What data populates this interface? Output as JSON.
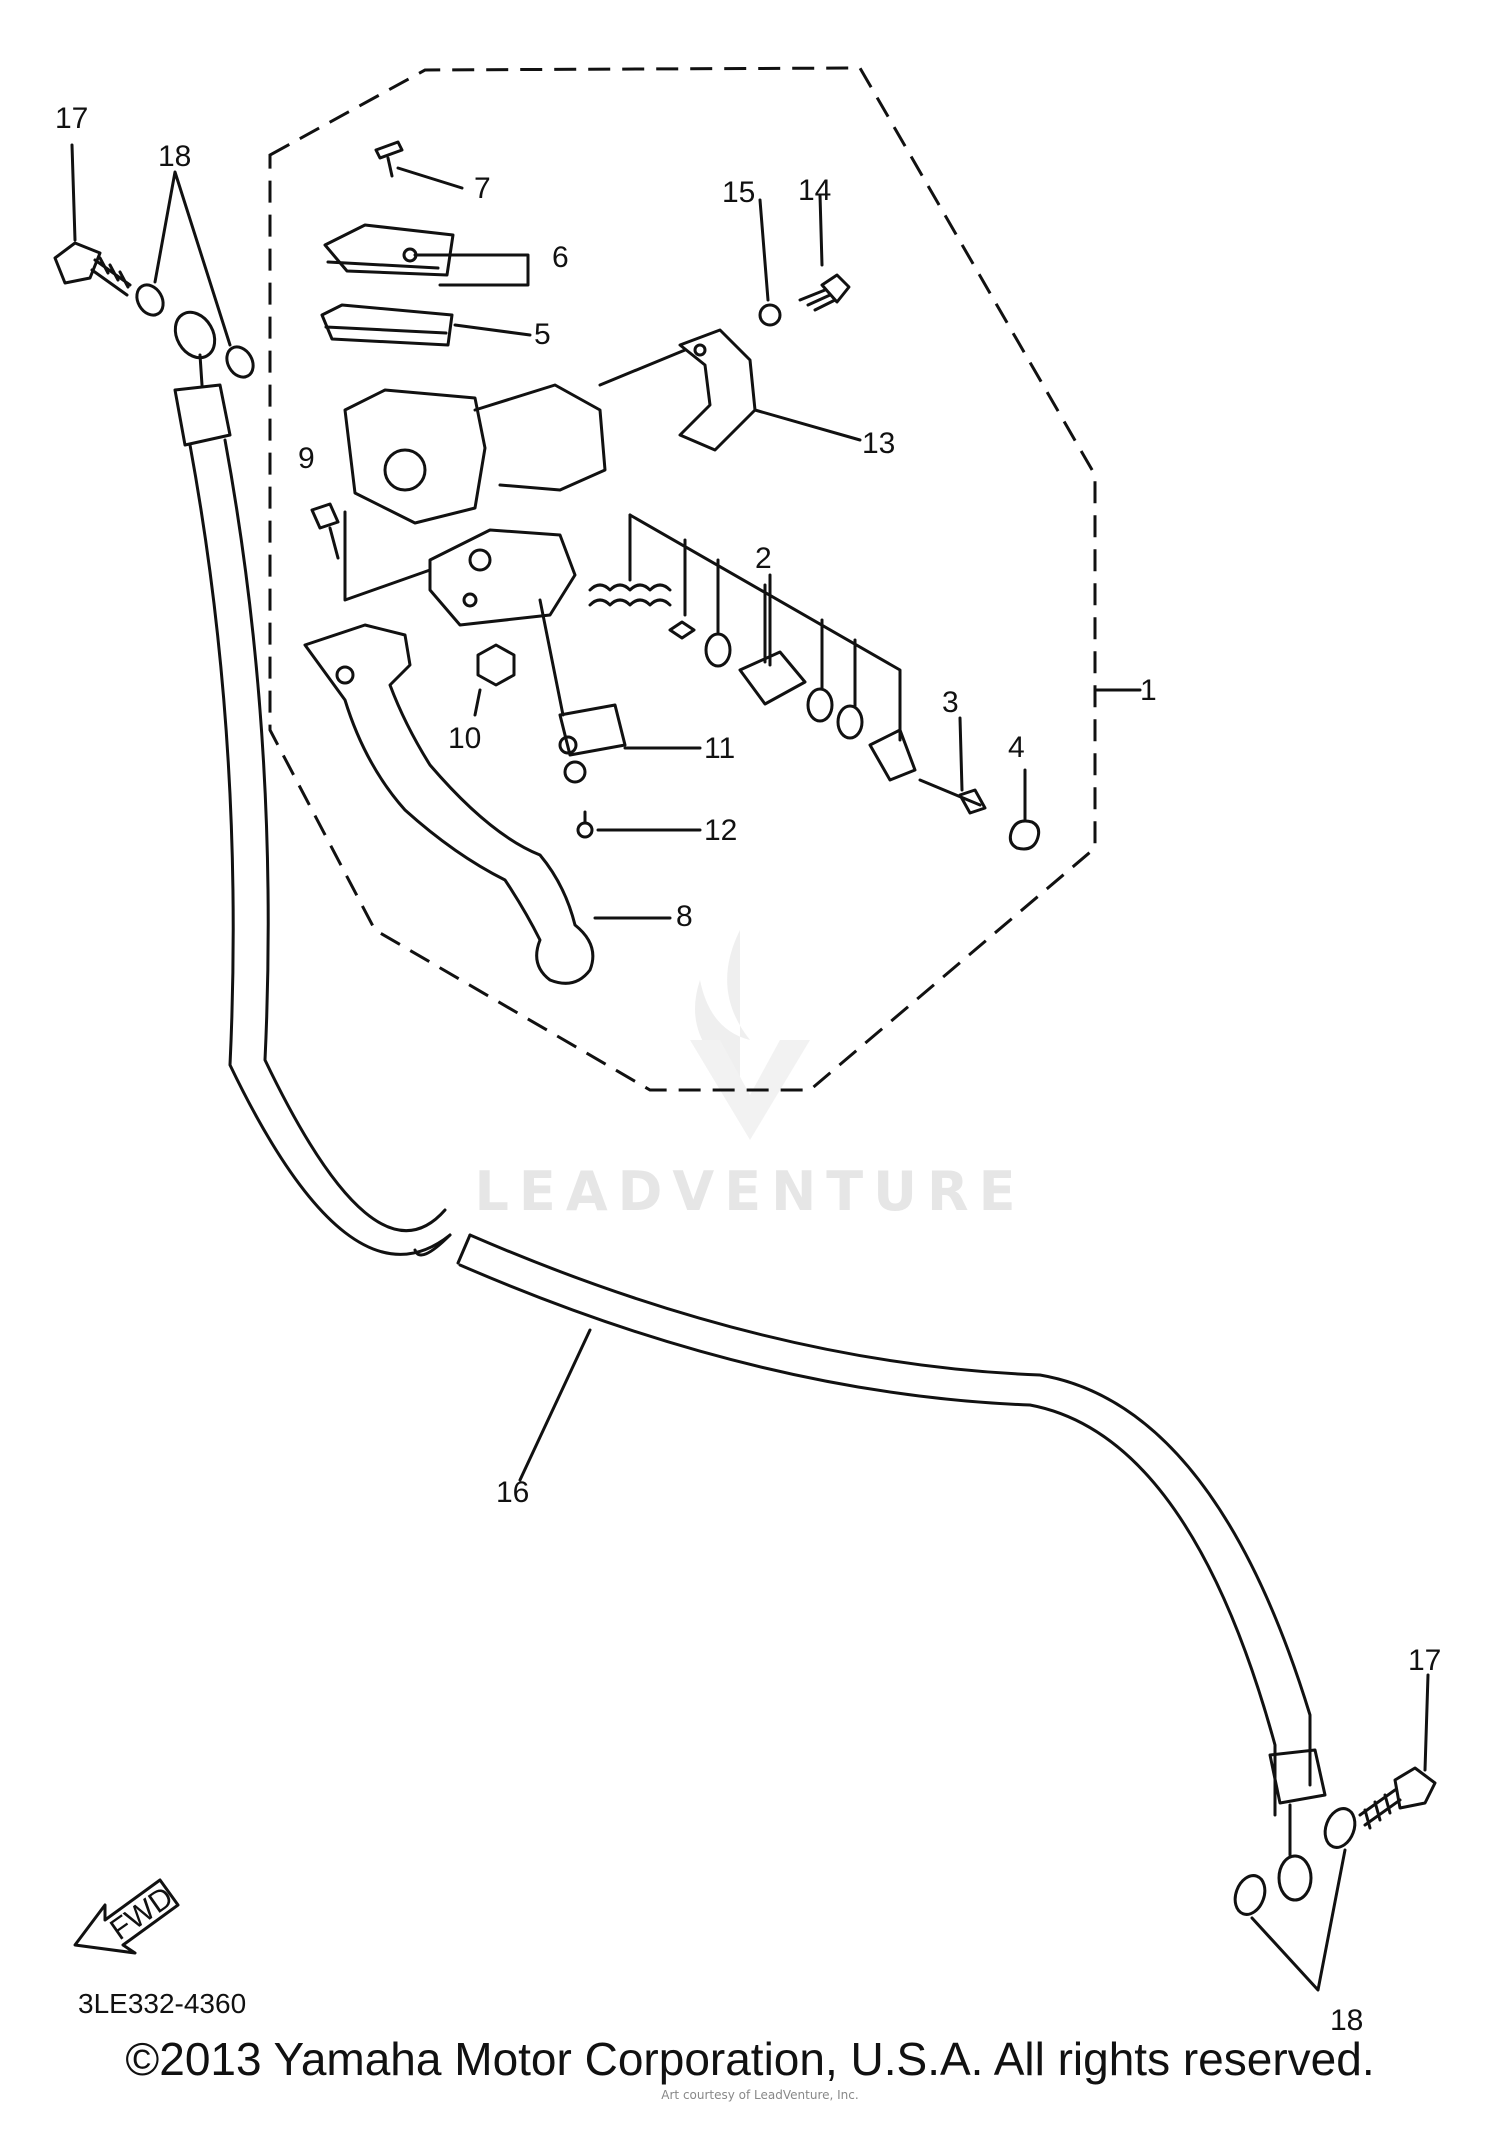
{
  "callouts": {
    "c1": "1",
    "c2": "2",
    "c3": "3",
    "c4": "4",
    "c5": "5",
    "c6": "6",
    "c7": "7",
    "c8": "8",
    "c9": "9",
    "c10": "10",
    "c11": "11",
    "c12": "12",
    "c13": "13",
    "c14": "14",
    "c15": "15",
    "c16": "16",
    "c17a": "17",
    "c17b": "17",
    "c18a": "18",
    "c18b": "18"
  },
  "watermark": "LEADVENTURE",
  "fwd_label": "FWD",
  "diagram_code": "3LE332-4360",
  "copyright": "©2013 Yamaha Motor Corporation, U.S.A. All rights reserved.",
  "courtesy": "Art courtesy of LeadVenture, Inc."
}
